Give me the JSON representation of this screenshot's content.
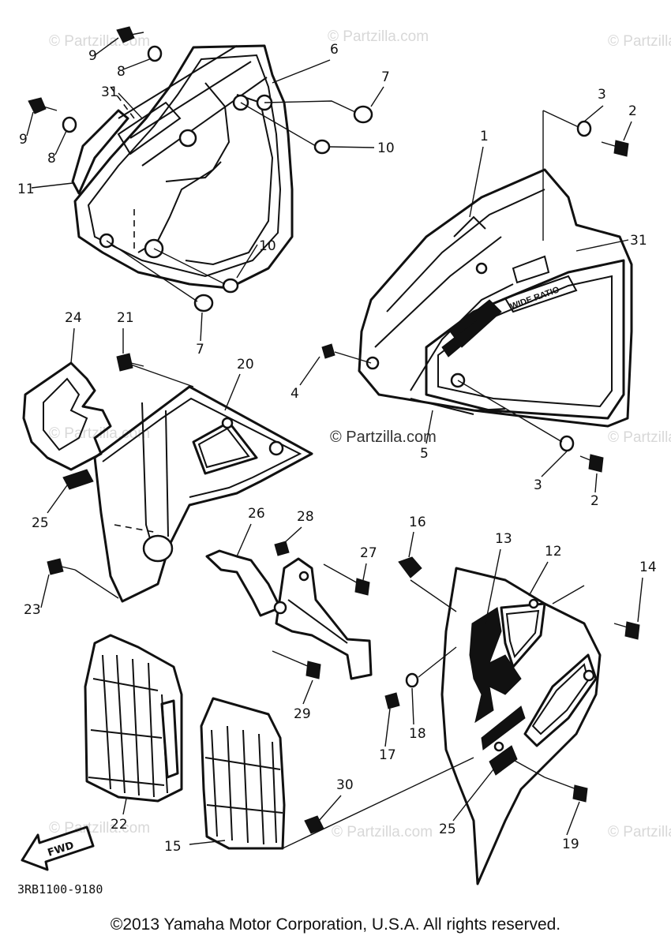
{
  "watermark": "© Partzilla.com",
  "watermark_center": "© Partzilla.com",
  "diagram_code": "3RB1100-9180",
  "fwd_label": "FWD",
  "wide_ratio_label": "WIDE RATIO",
  "copyright": "©2013  Yamaha Motor Corporation, U.S.A. All rights reserved.",
  "callouts": {
    "c1": "1",
    "c2a": "2",
    "c2b": "2",
    "c3a": "3",
    "c3b": "3",
    "c4": "4",
    "c5": "5",
    "c6": "6",
    "c7a": "7",
    "c7b": "7",
    "c8a": "8",
    "c8b": "8",
    "c9a": "9",
    "c9b": "9",
    "c10a": "10",
    "c10b": "10",
    "c11": "11",
    "c12": "12",
    "c13": "13",
    "c14": "14",
    "c15": "15",
    "c16": "16",
    "c17": "17",
    "c18": "18",
    "c19": "19",
    "c20": "20",
    "c21": "21",
    "c22": "22",
    "c23": "23",
    "c24": "24",
    "c25a": "25",
    "c25b": "25",
    "c26": "26",
    "c27": "27",
    "c28": "28",
    "c29": "29",
    "c30": "30",
    "c31a": "31",
    "c31b": "31"
  }
}
